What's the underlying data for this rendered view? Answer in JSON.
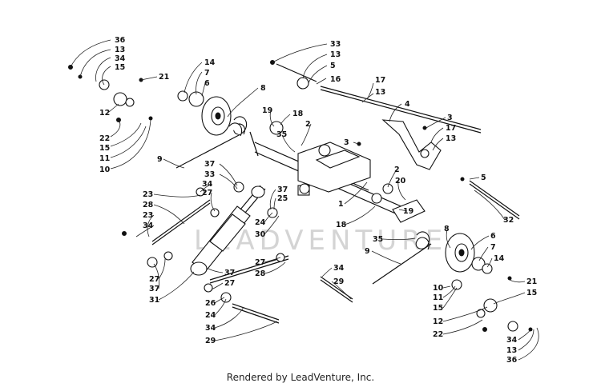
{
  "watermark": "LEADVENTURE",
  "footer": "Rendered by LeadVenture, Inc.",
  "callouts": [
    "36",
    "13",
    "34",
    "15",
    "21",
    "14",
    "7",
    "6",
    "8",
    "33",
    "13",
    "5",
    "16",
    "17",
    "13",
    "4",
    "12",
    "22",
    "15",
    "11",
    "10",
    "19",
    "18",
    "2",
    "35",
    "3",
    "3",
    "17",
    "13",
    "9",
    "2",
    "20",
    "37",
    "33",
    "34",
    "27",
    "23",
    "28",
    "23",
    "34",
    "37",
    "25",
    "24",
    "30",
    "1",
    "18",
    "19",
    "5",
    "32",
    "8",
    "6",
    "35",
    "7",
    "9",
    "14",
    "27",
    "28",
    "34",
    "29",
    "27",
    "37",
    "31",
    "37",
    "27",
    "26",
    "24",
    "34",
    "29",
    "10",
    "11",
    "15",
    "12",
    "22",
    "21",
    "15",
    "34",
    "13",
    "36"
  ]
}
